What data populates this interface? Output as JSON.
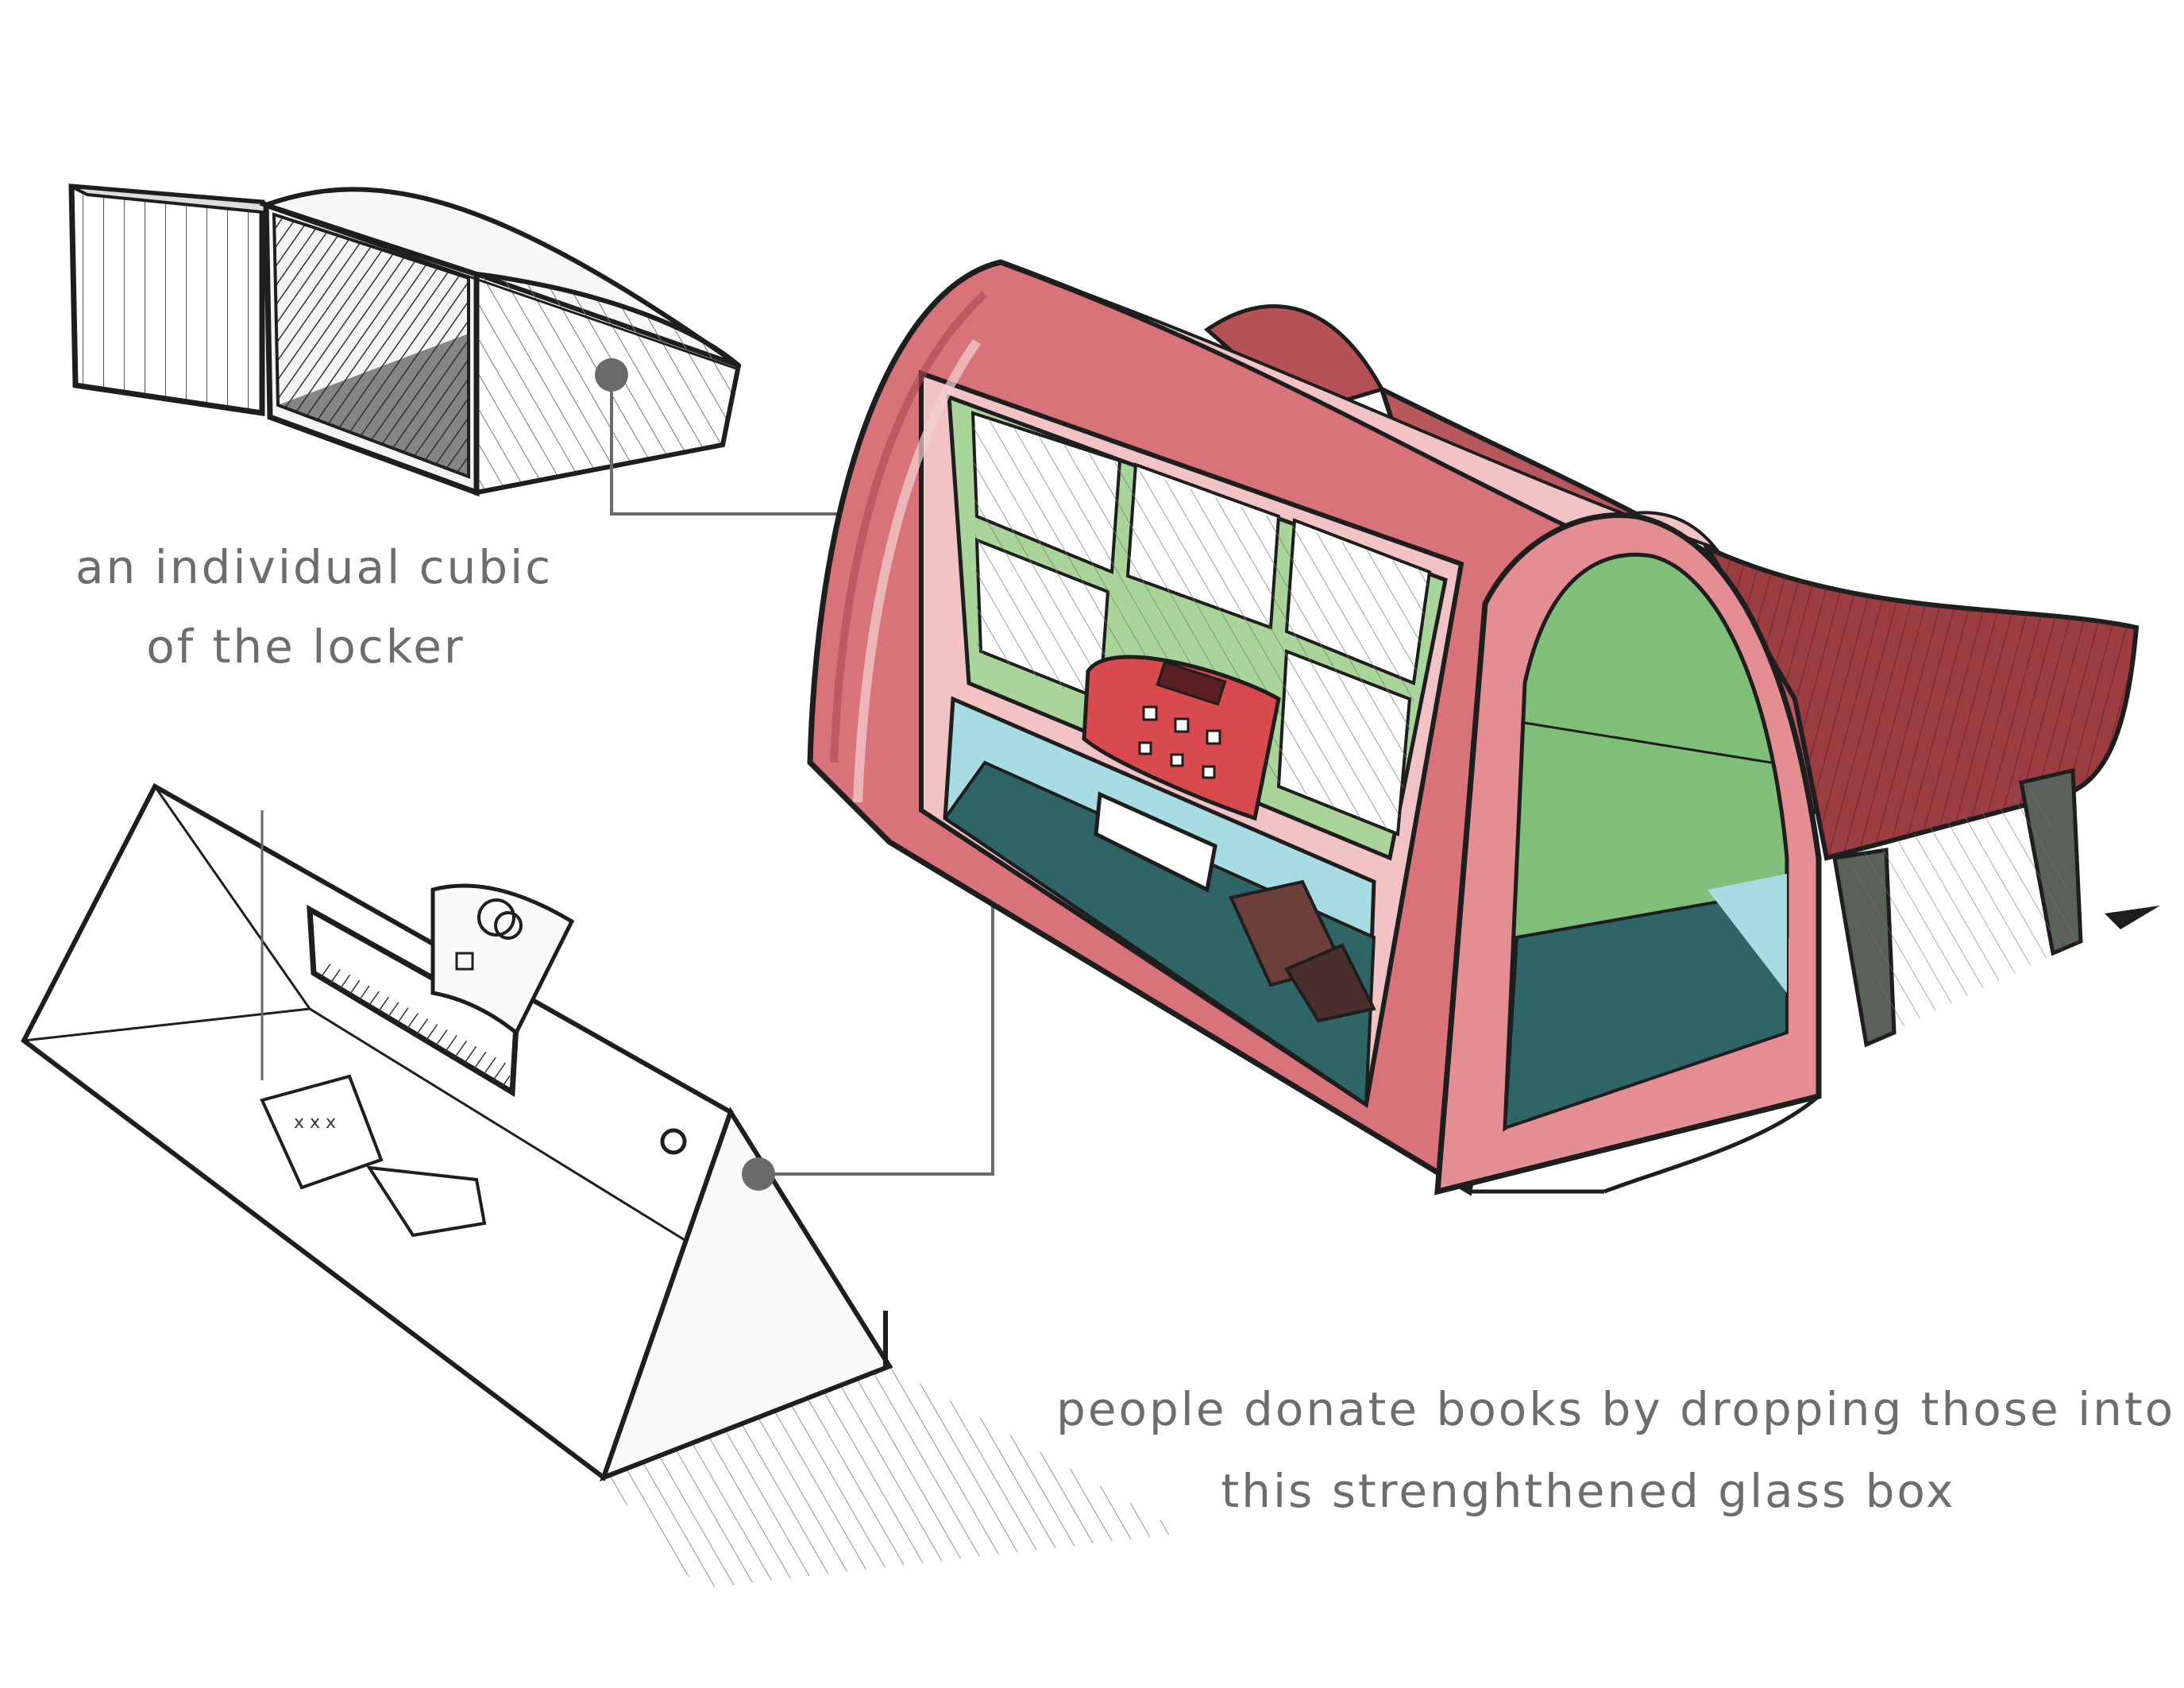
{
  "annotations": {
    "locker_cubic": {
      "line1": "an individual cubic",
      "line2": "of the locker"
    },
    "glass_box": {
      "line1": "people donate books by dropping those into",
      "line2": "this strenghthened glass box"
    }
  },
  "colors": {
    "background": "#ffffff",
    "ink": "#1e1e1e",
    "callout": "#6a6a6a",
    "shell_pink": "#d9737a",
    "shell_light": "#f2c3c4",
    "roof_red": "#a9464b",
    "window_green": "#a9d49a",
    "arch_green": "#7fbf7a",
    "glass_cyan": "#a7dde2",
    "floor_teal": "#2f6566",
    "panel_red": "#d94a4f"
  }
}
